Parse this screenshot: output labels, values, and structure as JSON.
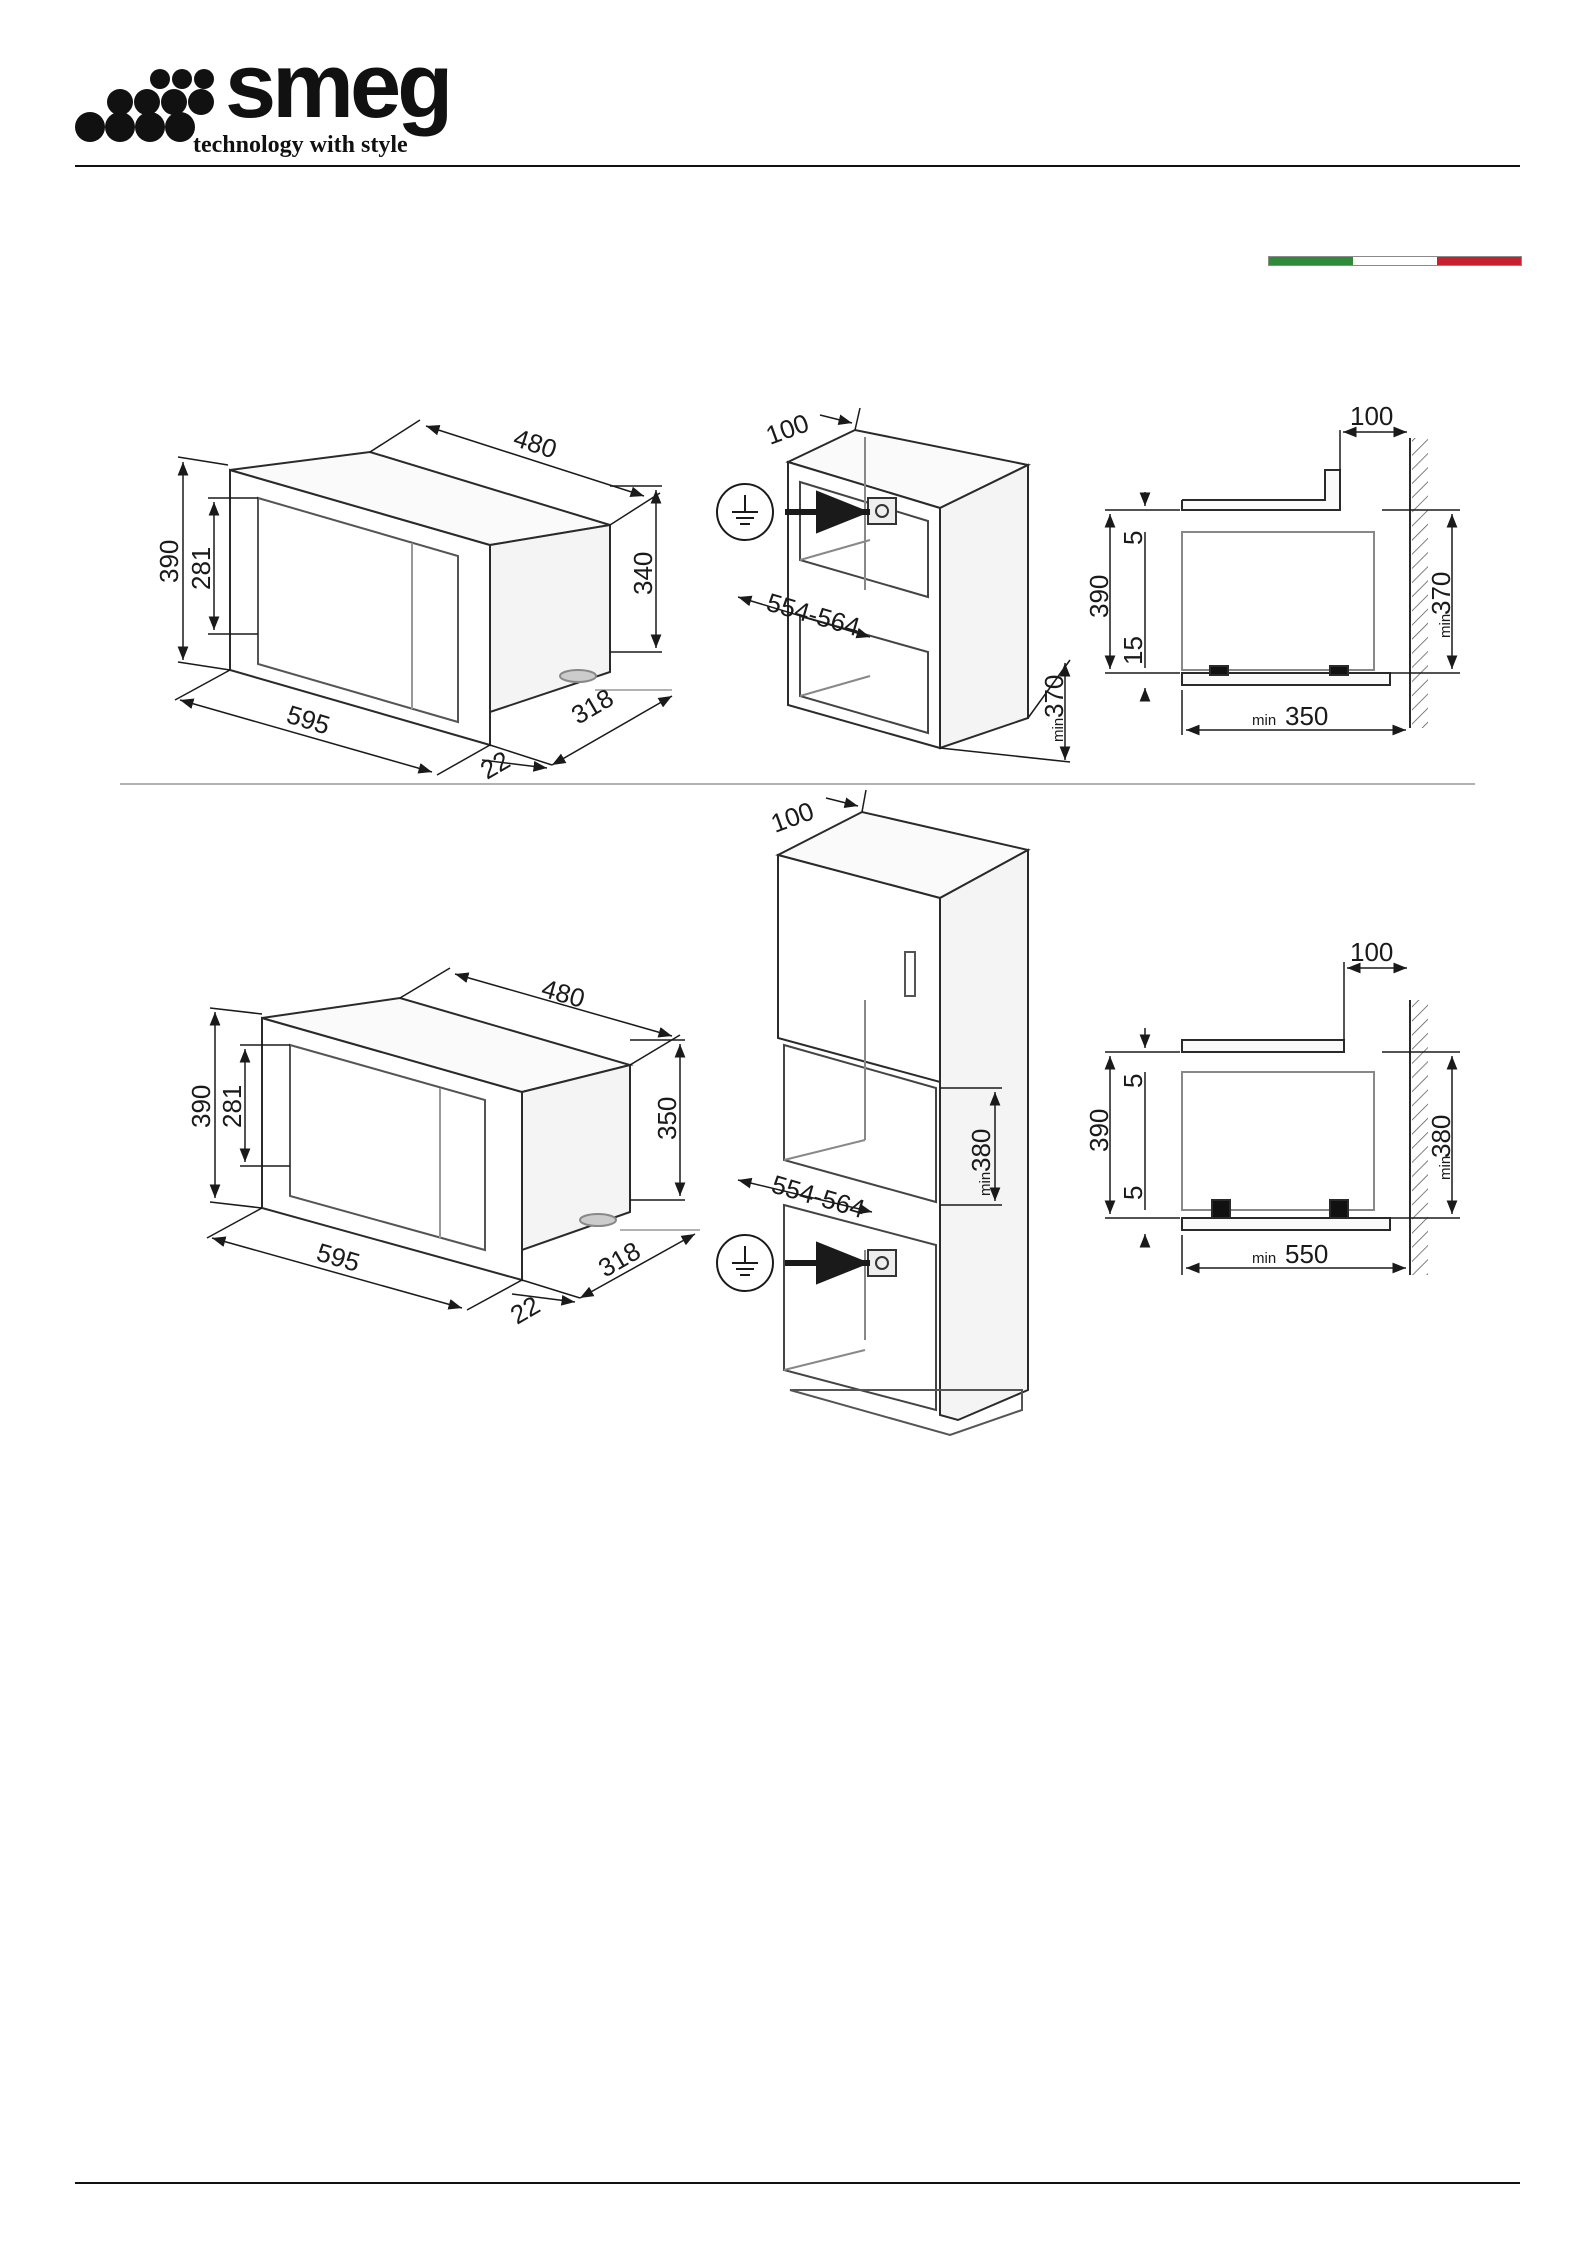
{
  "brand": {
    "name": "smeg",
    "tagline": "technology with style",
    "flag_colors": [
      "#2e8b3a",
      "#ffffff",
      "#c8202f"
    ]
  },
  "drawings": {
    "top": {
      "appliance": {
        "depth": "480",
        "height": "390",
        "glass": "281",
        "body": "340",
        "width": "595",
        "frame": "22",
        "side": "318"
      },
      "niche": {
        "gap": "100",
        "width": "554-564",
        "height": "370",
        "min": "min"
      },
      "section": {
        "gap": "100",
        "top_gap": "5",
        "height": "390",
        "bottom_gap": "15",
        "niche_height": "370",
        "depth": "350",
        "min": "min"
      }
    },
    "bottom": {
      "appliance": {
        "depth": "480",
        "height": "390",
        "glass": "281",
        "body": "350",
        "width": "595",
        "frame": "22",
        "side": "318"
      },
      "niche": {
        "gap": "100",
        "width": "554-564",
        "height": "380",
        "min": "min"
      },
      "section": {
        "gap": "100",
        "top_gap": "5",
        "height": "390",
        "bottom_gap": "5",
        "niche_height": "380",
        "depth": "550",
        "min": "min"
      }
    }
  }
}
